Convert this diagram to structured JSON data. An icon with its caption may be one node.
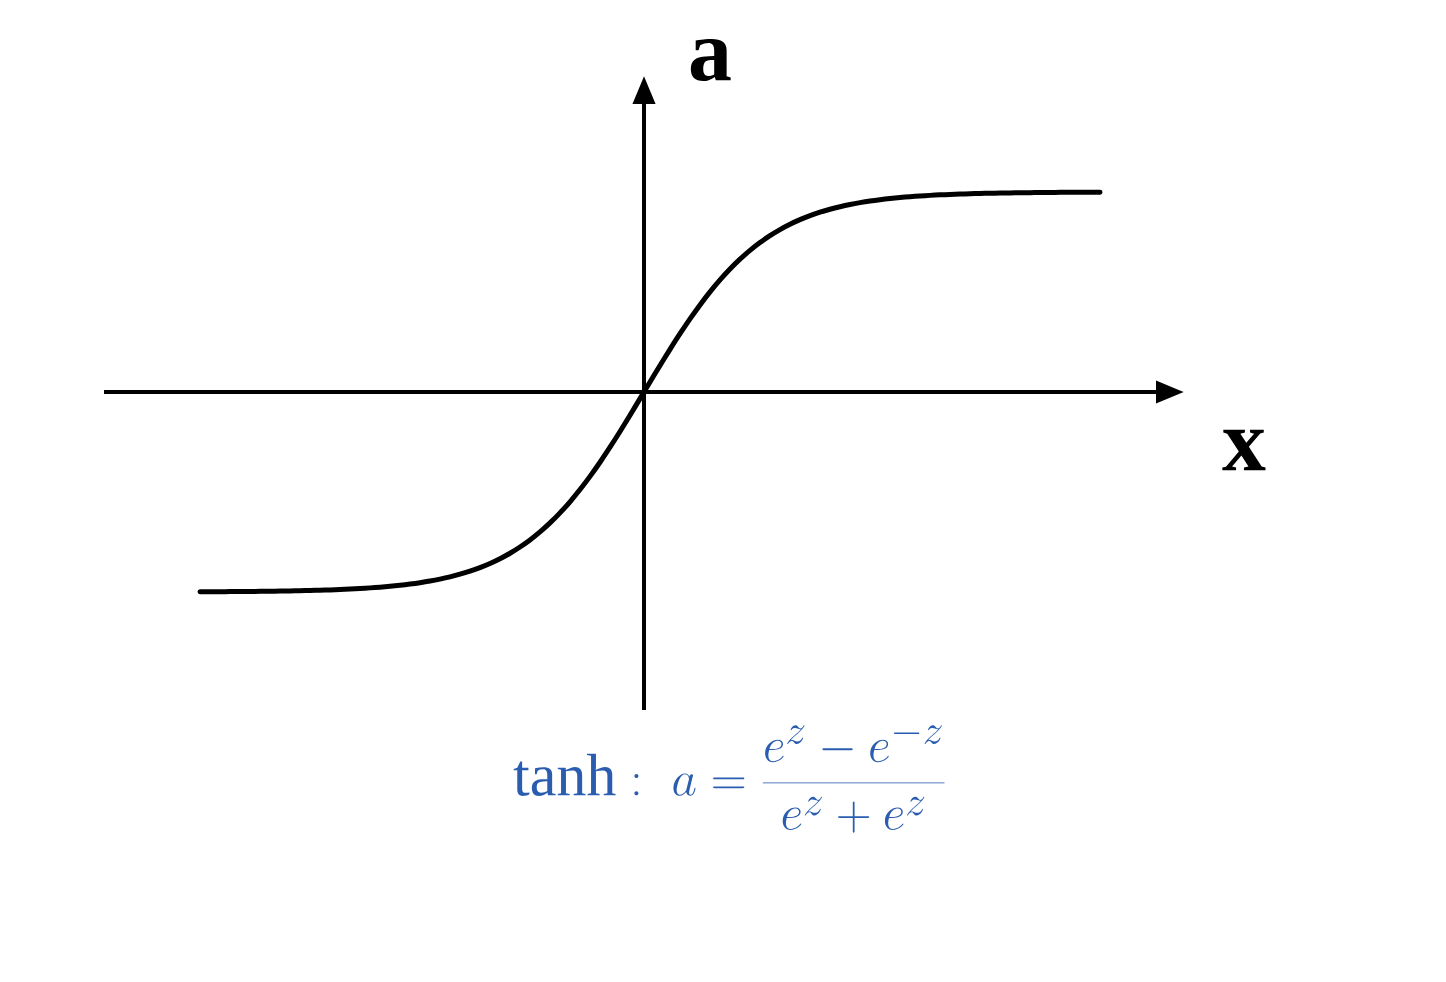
{
  "diagram": {
    "labels": [
      "a",
      "x",
      "\\mathrm{tanh}:\\ a = \\frac{e^{z} - e^{-z}}{e^{z} + e^{z}}"
    ]
  }
}
